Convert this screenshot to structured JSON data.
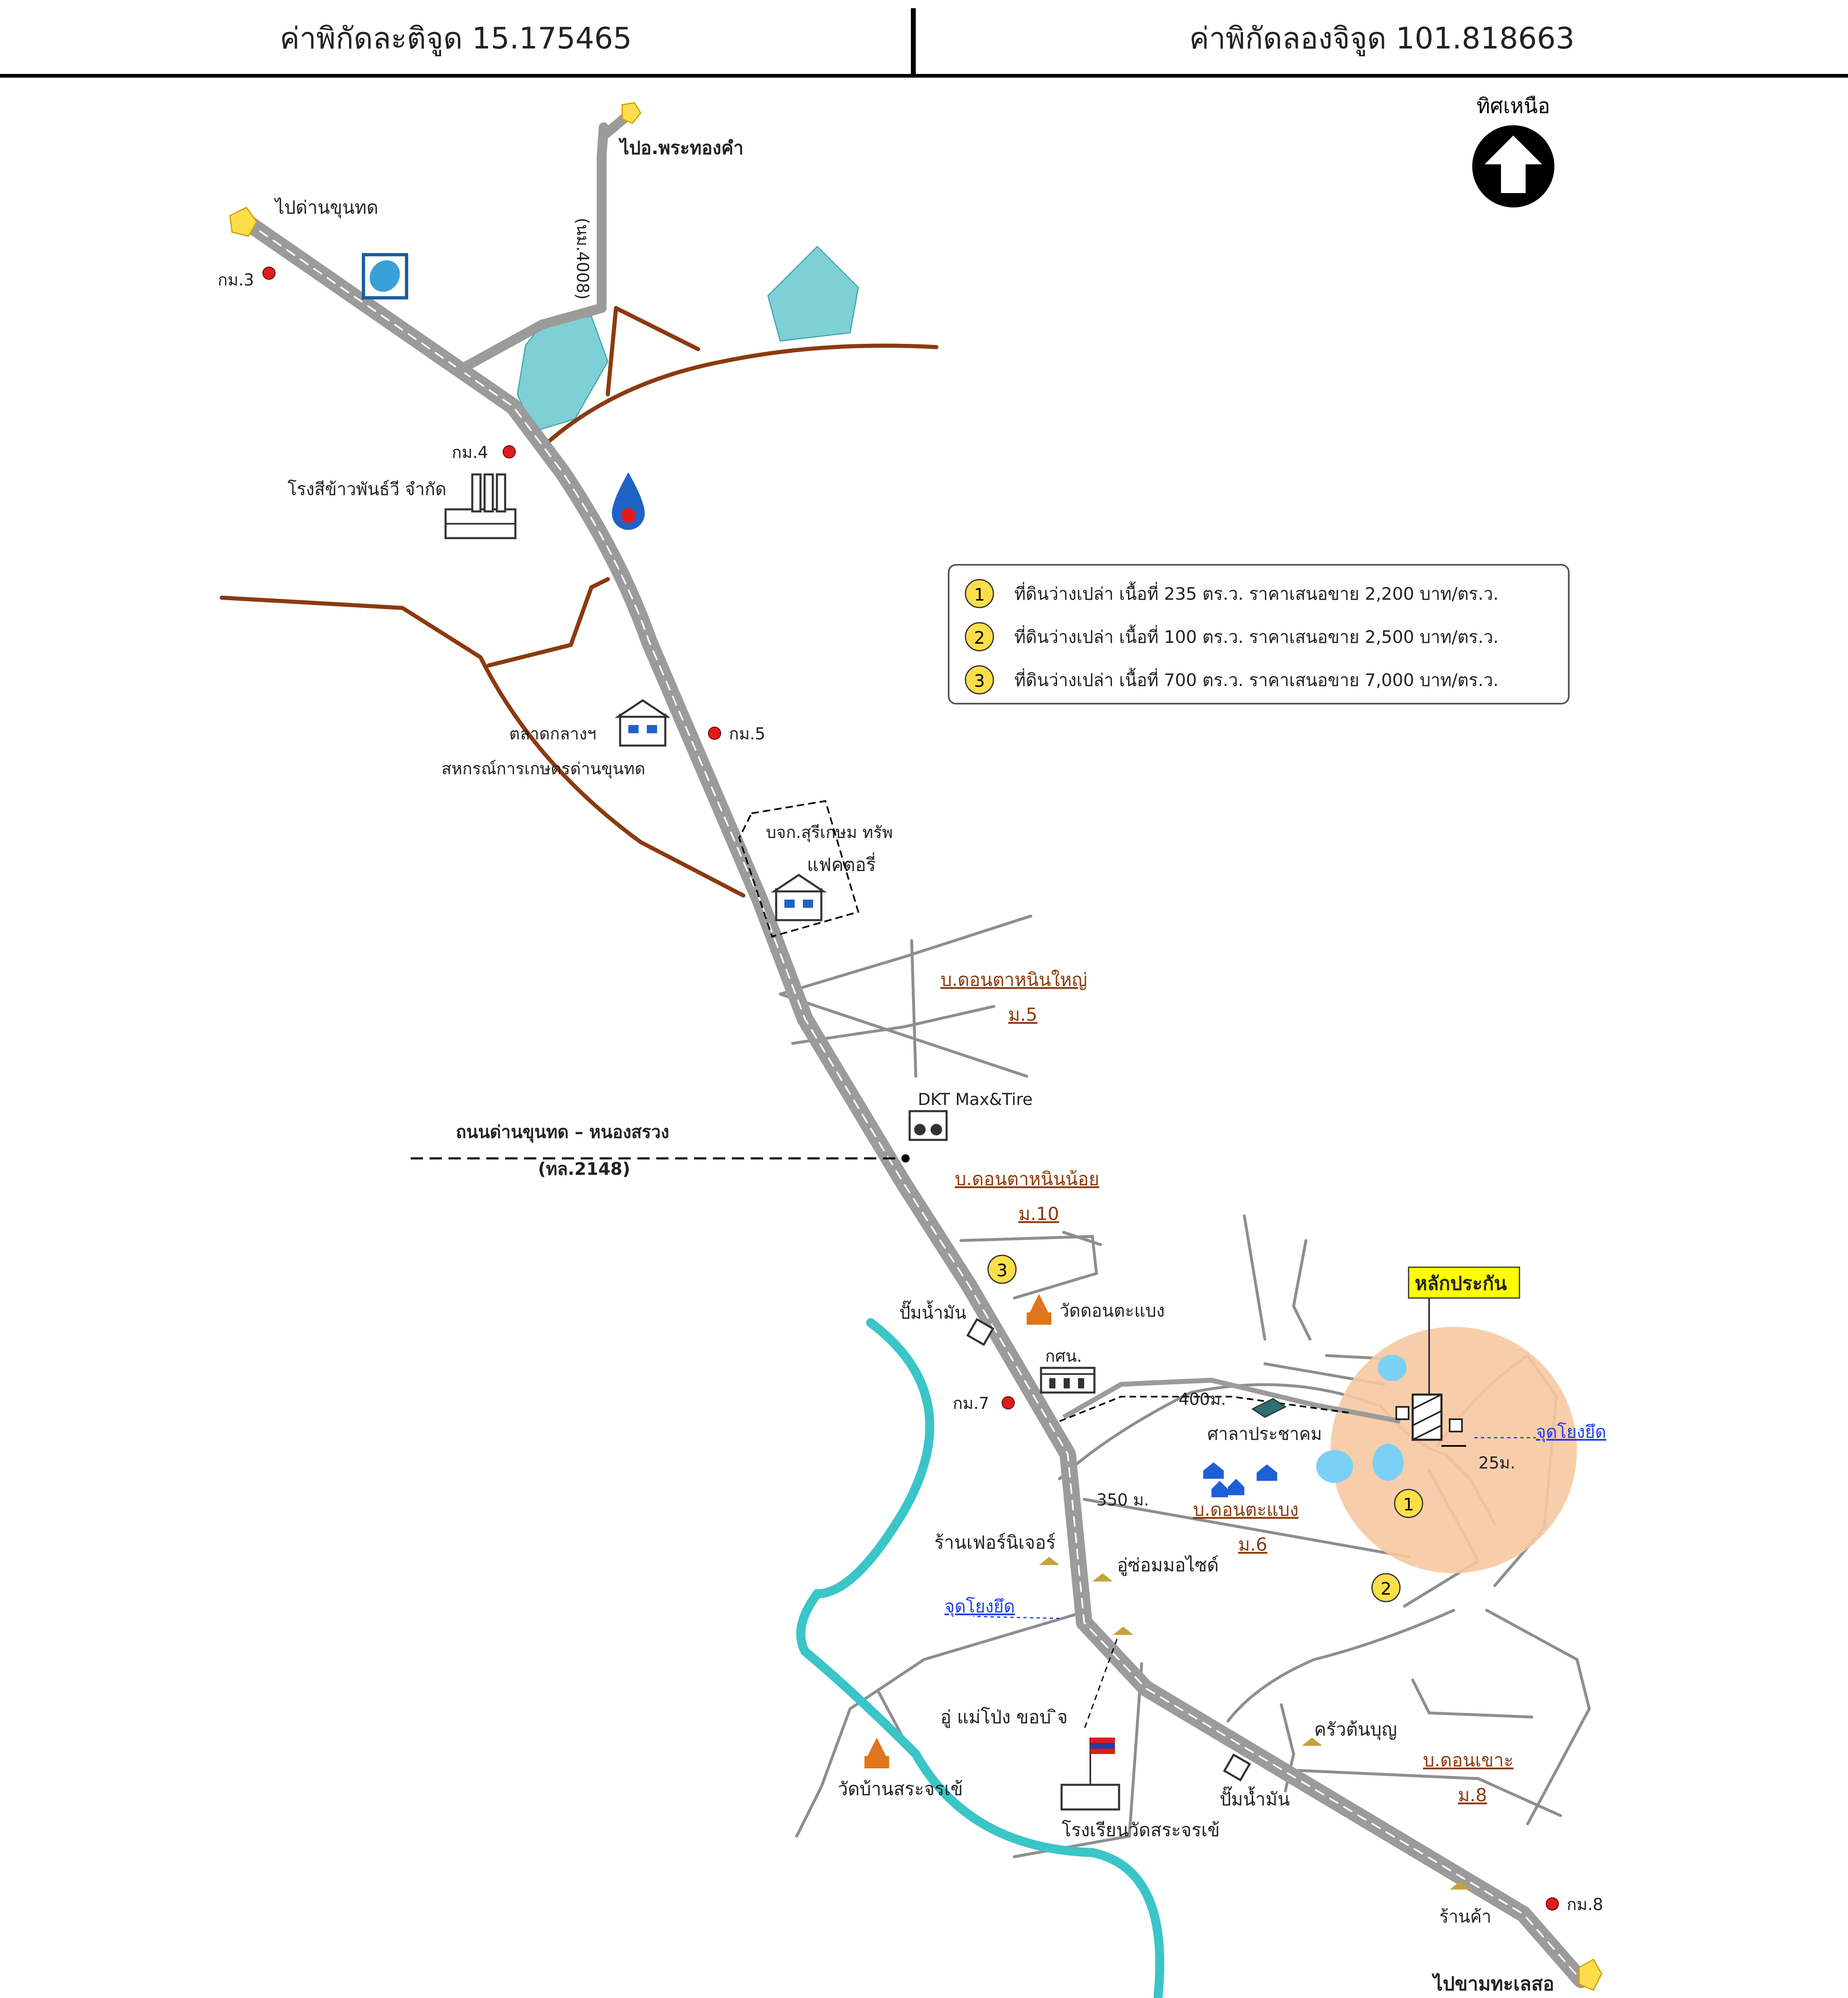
{
  "header": {
    "latitude": "ค่าพิกัดละติจูด 15.175465",
    "longitude": "ค่าพิกัดลองจิจูด 101.818663"
  },
  "north_label": "ทิศเหนือ",
  "legend": [
    {
      "num": "1",
      "text": "ที่ดินว่างเปล่า  เนื้อที่ 235 ตร.ว. ราคาเสนอขาย 2,200 บาท/ตร.ว."
    },
    {
      "num": "2",
      "text": "ที่ดินว่างเปล่า  เนื้อที่ 100 ตร.ว. ราคาเสนอขาย 2,500 บาท/ตร.ว."
    },
    {
      "num": "3",
      "text": "ที่ดินว่างเปล่า  เนื้อที่ 700 ตร.ว. ราคาเสนอขาย 7,000 บาท/ตร.ว."
    }
  ],
  "labels": {
    "to_dankhunthot": "ไปด่านขุนทด",
    "to_phrathongkham": "ไปอ.พระทองคำ",
    "road_4008": "(นม.4008)",
    "km3": "กม.3",
    "km4": "กม.4",
    "km5": "กม.5",
    "km7": "กม.7",
    "km8": "กม.8",
    "rice_mill": "โรงสีข้าวพันธ์วี จำกัด",
    "market_1": "ตลาดกลางฯ",
    "market_2": "สหกรณ์การเกษตรด่านขุนทด",
    "company_1": "บจก.สุรีเกษม ทรัพ",
    "company_2": "แฟคตอรี่",
    "village_yai_1": "บ.ดอนตาหนินใหญ่",
    "village_yai_2": "ม.5",
    "dkt": "DKT Max&Tire",
    "road_name_1": "ถนนด่านขุนทด – หนองสรวง",
    "road_name_2": "(ทล.2148)",
    "village_noi_1": "บ.ดอนตาหนินน้อย",
    "village_noi_2": "ม.10",
    "gas_station": "ปั๊มน้ำมัน",
    "temple_1": "วัดดอนตะแบง",
    "kfn": "กศน.",
    "dist_400": "400ม.",
    "sala": "ศาลาประชาคม",
    "collateral": "หลักประกัน",
    "reference": "จุดโยงยึด",
    "dist_25": "25ม.",
    "dist_350": "350 ม.",
    "village_taebang_1": "บ.ดอนตะแบง",
    "village_taebang_2": "ม.6",
    "shop_furniture": "ร้านเฟอร์นิเจอร์",
    "motor_shop": "อู่ซ่อมมอไซด์",
    "reference_2": "จุดโยงยึด",
    "garage_car": "อู่ แม่โป่ง ขอบ ิจ",
    "temple_2": "วัดบ้านสระจรเข้",
    "school": "โรงเรียนวัดสระจรเข้",
    "gas_station_2": "ปั๊มน้ำมัน",
    "rice_shop": "ครัวต้นบุญ",
    "village_khao_1": "บ.ดอนเขาะ",
    "village_khao_2": "ม.8",
    "shop_2": "ร้านค้า",
    "to_khamthale": "ไปขามทะเลสอ"
  }
}
